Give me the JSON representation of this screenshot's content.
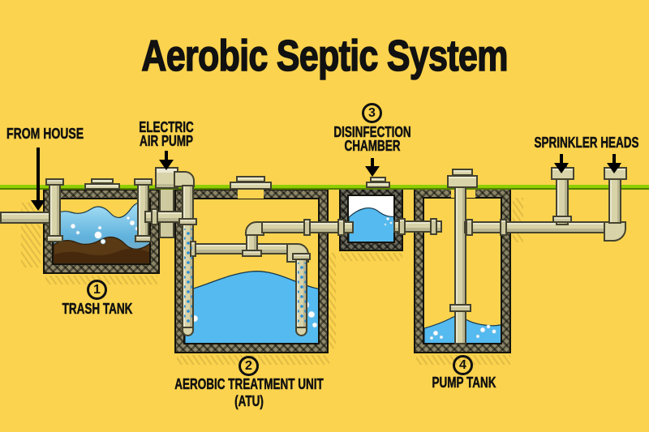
{
  "title": "Aerobic Septic System",
  "colors": {
    "background": "#fbd34e",
    "ground_line": "#8fce00",
    "pipe": "#d8d3a8",
    "tank_wall": "#8d8668",
    "water": "#54baef",
    "sludge": "#5a3a15",
    "chamber_white": "#ffffff",
    "text": "#111111"
  },
  "callouts": {
    "from_house": {
      "label": "FROM HOUSE"
    },
    "electric_air_pump": {
      "line1": "ELECTRIC",
      "line2": "AIR PUMP"
    },
    "disinfection_chamber": {
      "number": "3",
      "line1": "DISINFECTION",
      "line2": "CHAMBER"
    },
    "sprinkler_heads": {
      "label": "SPRINKLER HEADS"
    }
  },
  "components": {
    "trash_tank": {
      "number": "1",
      "label": "TRASH TANK"
    },
    "aerobic_treatment_unit": {
      "number": "2",
      "line1": "AEROBIC TREATMENT UNIT",
      "line2": "(ATU)"
    },
    "pump_tank": {
      "number": "4",
      "label": "PUMP TANK"
    }
  }
}
